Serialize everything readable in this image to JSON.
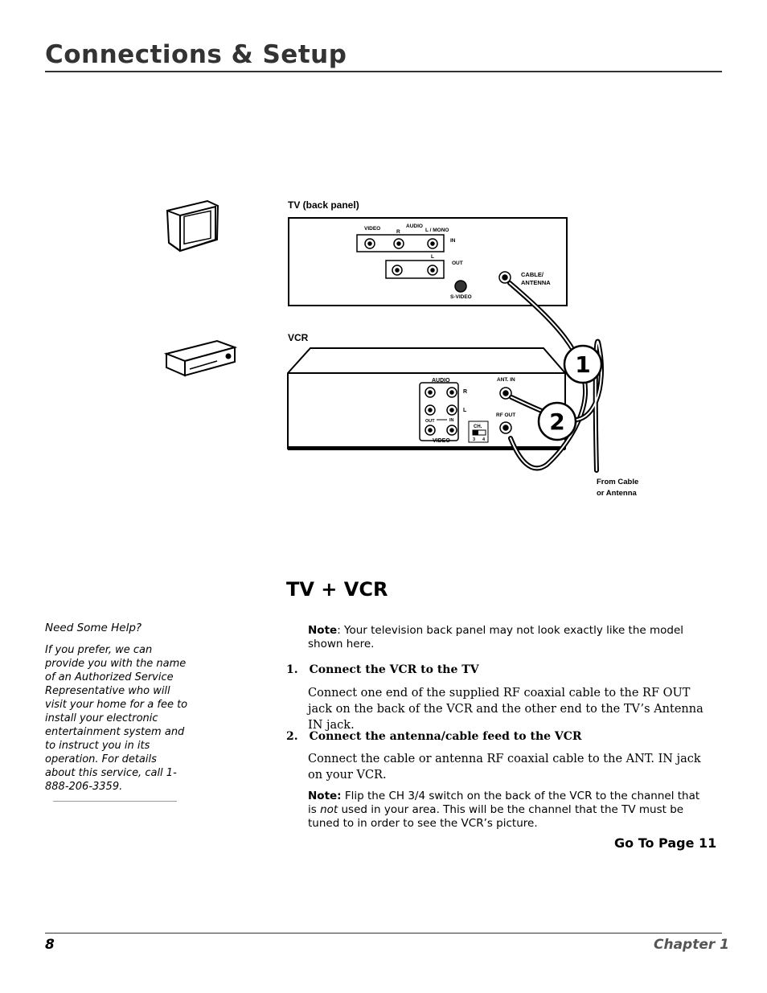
{
  "header": {
    "title": "Connections & Setup"
  },
  "diagram": {
    "tv_label": "TV (back panel)",
    "vcr_label": "VCR",
    "tv_jacks": {
      "video": "VIDEO",
      "audio": "AUDIO",
      "r": "R",
      "l_mono": "L / MONO",
      "l": "L",
      "in": "IN",
      "out": "OUT",
      "svideo": "S-VIDEO",
      "cable_antenna_1": "CABLE/",
      "cable_antenna_2": "ANTENNA"
    },
    "vcr_jacks": {
      "audio": "AUDIO",
      "r": "R",
      "l": "L",
      "out": "OUT",
      "in": "IN",
      "video": "VIDEO",
      "ch": "CH.",
      "ch3": "3",
      "ch4": "4",
      "ant_in": "ANT. IN",
      "rf_out": "RF OUT"
    },
    "callout_1": "1",
    "callout_2": "2",
    "from_cable_1": "From Cable",
    "from_cable_2": "or Antenna"
  },
  "section": {
    "heading": "TV + VCR",
    "note_label": "Note",
    "note_text": ": Your television back panel may not look exactly like the model shown here.",
    "step1_title": "1. Connect the VCR to the TV",
    "step1_body": "Connect one end of the supplied RF coaxial cable to the RF OUT jack on the back of the VCR and the other end to the TV’s Antenna IN jack.",
    "step2_title": "2. Connect the antenna/cable feed to the VCR",
    "step2_body": "Connect the cable or antenna RF coaxial cable to the ANT. IN jack on your VCR.",
    "note2_label": "Note:",
    "note2_text_a": " Flip the CH 3/4 switch on the back of the VCR to the channel that is ",
    "note2_italic": "not",
    "note2_text_b": " used in your area. This will be the channel that the TV must be tuned to in order to see the VCR’s picture.",
    "goto": "Go To Page 11"
  },
  "sidebar": {
    "help_title": "Need Some Help?",
    "help_body": "If you prefer, we can provide you with the name of an Authorized Service Representative who will visit your home for a fee to install your electronic entertainment system and to instruct you in its operation. For details about this service, call 1-888-206-3359."
  },
  "footer": {
    "page_number": "8",
    "chapter": "Chapter 1"
  }
}
